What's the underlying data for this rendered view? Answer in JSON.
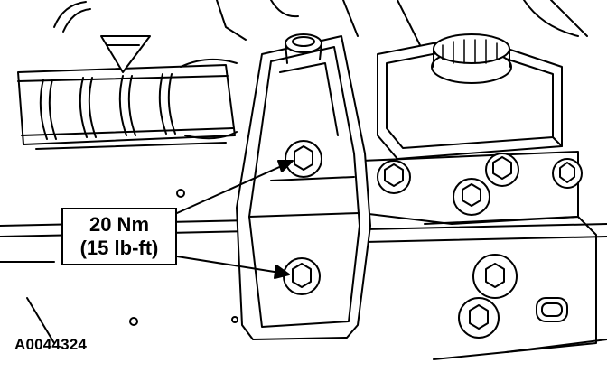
{
  "callout": {
    "torque_nm": "20 Nm",
    "torque_lbft": "(15 lb-ft)"
  },
  "figure_id": "A0044324",
  "colors": {
    "line": "#000000",
    "background": "#ffffff"
  },
  "icons": [
    "torque-arrow-icon",
    "bolt-icon",
    "reservoir-cap-icon"
  ]
}
